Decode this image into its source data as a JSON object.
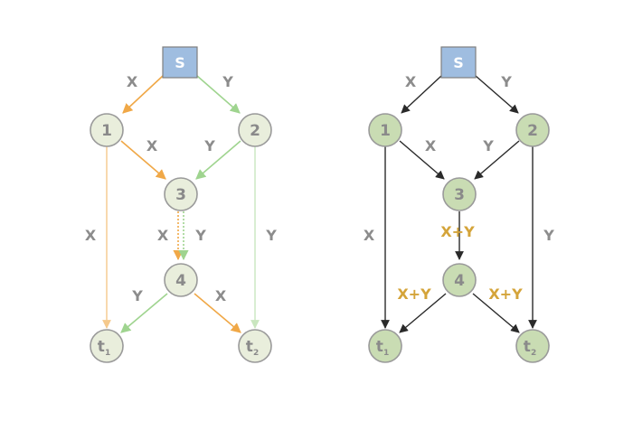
{
  "colors": {
    "background": "#ffffff",
    "source_fill": "#9fbde0",
    "source_stroke": "#7f7f7f",
    "left_node_fill": "#e9eedc",
    "right_node_fill": "#c9dcb3",
    "node_stroke": "#9a9a9a",
    "flow_x": "#f0a847",
    "flow_x_light": "#f5c98c",
    "flow_y": "#9fd48f",
    "flow_y_light": "#c9e6bf",
    "dark_edge": "#2a2a2a",
    "label_gray": "#8c8c8c",
    "label_coded": "#d4a43a"
  },
  "nodes": {
    "source": "S",
    "n1": "1",
    "n2": "2",
    "n3": "3",
    "n4": "4",
    "t1_base": "t",
    "t1_sub": "1",
    "t2_base": "t",
    "t2_sub": "2"
  },
  "left_labels": {
    "s_to_1": "X",
    "s_to_2": "Y",
    "n1_to_3": "X",
    "n2_to_3": "Y",
    "n1_to_t1": "X",
    "n2_to_t2": "Y",
    "n3_to_4_x": "X",
    "n3_to_4_y": "Y",
    "n4_to_t1": "Y",
    "n4_to_t2": "X"
  },
  "right_labels": {
    "s_to_1": "X",
    "s_to_2": "Y",
    "n1_to_3": "X",
    "n2_to_3": "Y",
    "n1_to_t1": "X",
    "n2_to_t2": "Y",
    "n3_to_4": "X+Y",
    "n4_to_t1": "X+Y",
    "n4_to_t2": "X+Y"
  }
}
